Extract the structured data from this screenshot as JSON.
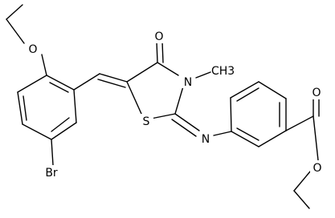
{
  "molecule": {
    "atoms": {
      "bromine": "Br",
      "ether_oxygen": "O",
      "ketone_oxygen": "O",
      "ring_nitrogen": "N",
      "methyl": "CH3",
      "ring_sulfur": "S",
      "imine_nitrogen": "N",
      "carbonyl_oxygen": "O",
      "ester_oxygen": "O"
    }
  },
  "colors": {
    "bond": "#000000",
    "label": "#000000",
    "background": "#ffffff"
  }
}
